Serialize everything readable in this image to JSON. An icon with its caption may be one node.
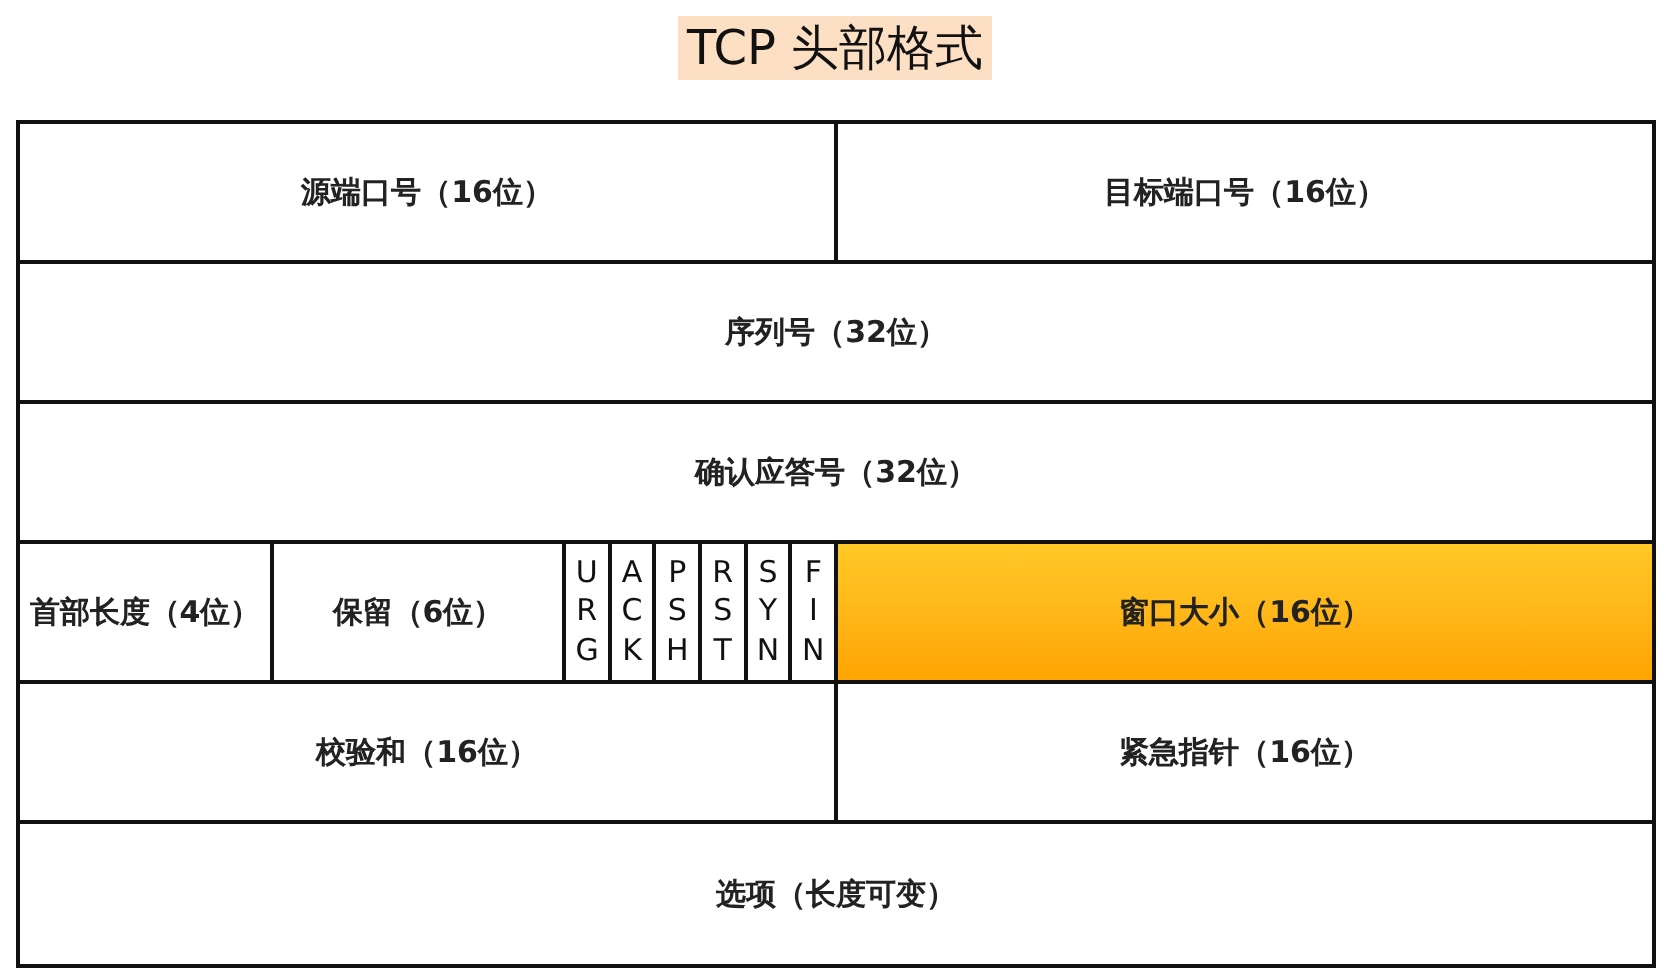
{
  "diagram": {
    "title": "TCP 头部格式",
    "nodes": [
      {
        "text": [
          "源端口号（16位）"
        ]
      },
      {
        "text": [
          "目标端口号（16位）"
        ]
      },
      {
        "text": [
          "序列号（32位）"
        ]
      },
      {
        "text": [
          "确认应答号（32位）"
        ]
      },
      {
        "text": [
          "首部长度（4位）"
        ]
      },
      {
        "text": [
          "保留（6位）"
        ]
      },
      {
        "text": [
          "URG"
        ]
      },
      {
        "text": [
          "ACK"
        ]
      },
      {
        "text": [
          "PSH"
        ]
      },
      {
        "text": [
          "RST"
        ]
      },
      {
        "text": [
          "SYN"
        ]
      },
      {
        "text": [
          "FIN"
        ]
      },
      {
        "text": [
          "窗口大小（16位）"
        ]
      },
      {
        "text": [
          "校验和（16位）"
        ]
      },
      {
        "text": [
          "紧急指针（16位）"
        ]
      },
      {
        "text": [
          "选项（长度可变）"
        ]
      }
    ]
  }
}
